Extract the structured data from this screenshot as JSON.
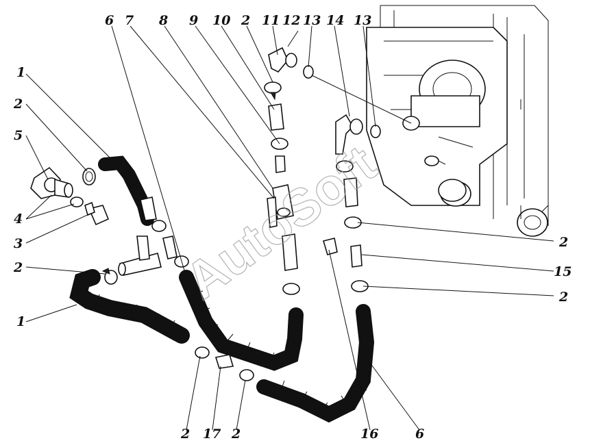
{
  "watermark": "AutoSoft",
  "callouts": [
    {
      "id": "c1",
      "text": "6"
    },
    {
      "id": "c2",
      "text": "7"
    },
    {
      "id": "c3",
      "text": "8"
    },
    {
      "id": "c4",
      "text": "9"
    },
    {
      "id": "c5",
      "text": "10"
    },
    {
      "id": "c6",
      "text": "2"
    },
    {
      "id": "c7",
      "text": "11"
    },
    {
      "id": "c8",
      "text": "12"
    },
    {
      "id": "c9",
      "text": "13"
    },
    {
      "id": "c10",
      "text": "14"
    },
    {
      "id": "c11",
      "text": "13"
    },
    {
      "id": "c12",
      "text": "1"
    },
    {
      "id": "c13",
      "text": "2"
    },
    {
      "id": "c14",
      "text": "5"
    },
    {
      "id": "c15",
      "text": "4"
    },
    {
      "id": "c16",
      "text": "3"
    },
    {
      "id": "c17",
      "text": "2"
    },
    {
      "id": "c18",
      "text": "1"
    },
    {
      "id": "c19",
      "text": "2"
    },
    {
      "id": "c20",
      "text": "15"
    },
    {
      "id": "c21",
      "text": "2"
    },
    {
      "id": "c22",
      "text": "2"
    },
    {
      "id": "c23",
      "text": "17"
    },
    {
      "id": "c24",
      "text": "2"
    },
    {
      "id": "c25",
      "text": "16"
    },
    {
      "id": "c26",
      "text": "6"
    }
  ]
}
